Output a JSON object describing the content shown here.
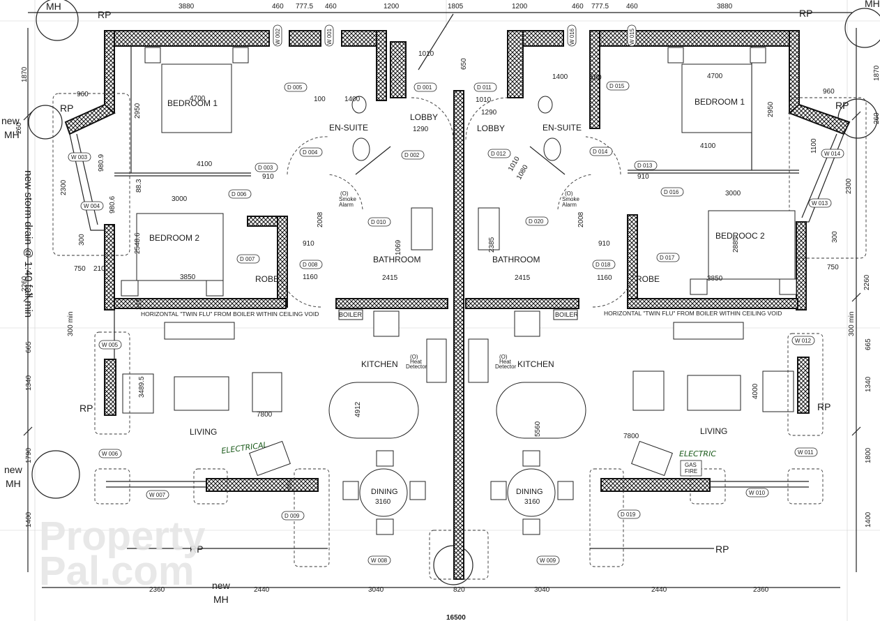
{
  "rooms": {
    "bedroom_1_left": "BEDROOM 1",
    "bedroom_1_right": "BEDROOM 1",
    "bedroom_2_left": "BEDROOM 2",
    "bedroom_2_right": "BEDROOC 2",
    "ensuite_left": "EN-SUITE",
    "ensuite_right": "EN-SUITE",
    "lobby_left": "LOBBY",
    "lobby_right": "LOBBY",
    "bathroom_left": "BATHROOM",
    "bathroom_right": "BATHROOM",
    "robe_left": "ROBE",
    "robe_right": "ROBE",
    "kitchen_left": "KITCHEN",
    "kitchen_right": "KITCHEN",
    "living_left": "LIVING",
    "living_right": "LIVING",
    "dining_left": "DINING",
    "dining_right": "DINING",
    "dining_dim_left": "3160",
    "dining_dim_right": "3160",
    "boiler_left": "BOILER",
    "boiler_right": "BOILER"
  },
  "notes": {
    "flue_left": "HORIZONTAL \"TWIN FLU\" FROM BOILER WITHIN CEILING VOID",
    "flue_right": "HORIZONTAL \"TWIN FLU\" FROM BOILER WITHIN CEILING VOID",
    "storm_drain": "new storm drain @ 1:40 fall min",
    "smoke_alarm_1": "(O)",
    "smoke_alarm_2": "Smoke",
    "smoke_alarm_3": "Alarm",
    "heat_1": "(O)",
    "heat_2": "Heat",
    "heat_3": "Detector",
    "electrical_left": "ELECTRICAL",
    "electrical_right": "ELECTRIC",
    "gas_fire_1": "GAS",
    "gas_fire_2": "FIRE",
    "watermark_1": "Property",
    "watermark_2": "Pal.com"
  },
  "markers": {
    "rp": "RP",
    "mh": "MH",
    "new": "new"
  },
  "tags": {
    "doors_left": [
      "D 005",
      "D 001",
      "D 004",
      "D 002",
      "D 003",
      "D 006",
      "D 010",
      "D 007",
      "D 008",
      "D 009"
    ],
    "doors_right": [
      "D 011",
      "D 015",
      "D 012",
      "D 014",
      "D 013",
      "D 016",
      "D 020",
      "D 017",
      "D 018",
      "D 019"
    ],
    "windows_left": [
      "W 002",
      "W 001",
      "W 003",
      "W 004",
      "W 005",
      "W 006",
      "W 007",
      "W 008"
    ],
    "windows_right": [
      "W 016",
      "W 015",
      "W 014",
      "W 013",
      "W 012",
      "W 011",
      "W 010",
      "W 009"
    ]
  },
  "dimensions": {
    "top": [
      "3880",
      "460",
      "777.5",
      "460",
      "1200",
      "1805",
      "1200",
      "460",
      "777.5",
      "460",
      "3880"
    ],
    "bottom": [
      "2360",
      "2440",
      "3040",
      "820",
      "3040",
      "2440",
      "2360"
    ],
    "left": [
      "1870",
      "260",
      "2300",
      "300",
      "2260",
      "300 min",
      "665",
      "1340",
      "1790",
      "1400"
    ],
    "right": [
      "1870",
      "260",
      "2300",
      "300",
      "2260",
      "300 min",
      "665",
      "1340",
      "1800",
      "1400"
    ],
    "bed1_w_left": "4700",
    "bed1_w_right": "4700",
    "bed1_d_left": "2950",
    "bed1_d_right": "2950",
    "bed1_bottom_left": "4100",
    "bed1_bottom_right": "4100",
    "bed2_top_left": "3000",
    "bed2_top_right": "3000",
    "bed2_d_left": "2548.6",
    "bed2_d_right": "2885",
    "bed2_bottom_left": "3850",
    "bed2_bottom_right": "3850",
    "bay_960_left": "960",
    "bay_960_right": "960",
    "living_w_left": "7800",
    "living_w_right": "7800",
    "living_d_left": "3489.5",
    "living_d_right": "4000",
    "kitchen_d_left": "4912",
    "kitchen_d_right": "5560",
    "ensuite_1400_left": "1400",
    "ensuite_1400_right": "1400",
    "lobby_1010_left": "1010",
    "lobby_1010_right": "1010",
    "lobby_1290_left": "1290",
    "lobby_1290_right": "1290",
    "bath_2415_left": "2415",
    "bath_2415_right": "2415",
    "bath_2008_left": "2008",
    "bath_2008_right": "2008",
    "robe_1160_left": "1160",
    "robe_1160_right": "1160",
    "hall_910_left": "910",
    "hall_910_right": "910",
    "cut_650": "650",
    "cut_100": "100",
    "bath_1069": "1069",
    "bath_2385": "2385",
    "lobby_1080": "1080",
    "lobby_1010b": "1010",
    "w_750_left": "750",
    "w_210_left": "210",
    "w_750_right": "750",
    "w_1100_right": "1100",
    "w_980_left": "980.9",
    "w_9806_left": "980.6",
    "w_883_left": "88.3",
    "w_215_left": "215",
    "w_450_left": "450",
    "overall": "16500"
  }
}
